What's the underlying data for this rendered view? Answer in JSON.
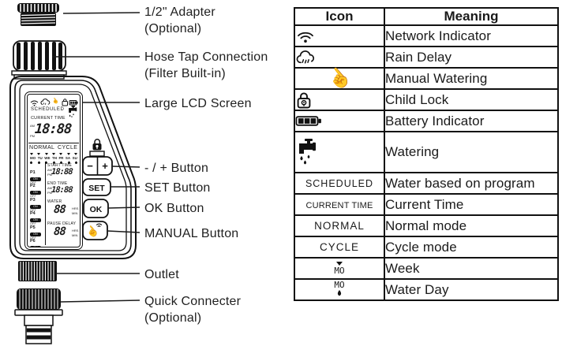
{
  "icons": {
    "hand_glyph": "☝"
  },
  "labels": {
    "adapter_1": "1/2\" Adapter",
    "adapter_2": "(Optional)",
    "hose_1": "Hose Tap Connection",
    "hose_2": "(Filter Built-in)",
    "lcd": "Large LCD Screen",
    "minus_plus": "- / + Button",
    "set": "SET Button",
    "ok": "OK Button",
    "manual": "MANUAL Button",
    "outlet": "Outlet",
    "quick_1": "Quick Connecter",
    "quick_2": "(Optional)"
  },
  "device": {
    "buttons": {
      "minus": "−",
      "plus": "+",
      "set": "SET",
      "ok": "OK"
    },
    "lcd": {
      "scheduled": "SCHEDULED",
      "current_time": "CURRENT TIME",
      "am": "AM",
      "pm": "PM",
      "time_main": "18:88",
      "normal": "NORMAL",
      "cycle": "CYCLE",
      "days": [
        "MO",
        "TU",
        "WE",
        "TH",
        "FR",
        "SA",
        "SU"
      ],
      "p1": "P1",
      "p2": "P2",
      "p3": "P3",
      "p4": "P4",
      "p5": "P5",
      "p6": "P6",
      "on": "ON",
      "off": "OFF",
      "start_time": "START TIME",
      "start_value": "18:88",
      "end_time": "END TIME",
      "end_value": "18:88",
      "water": "WATER",
      "water_value": "88",
      "pause_delay": "PAUSE DELAY",
      "pause_value": "88",
      "hrs": "HRS",
      "min": "MIN"
    }
  },
  "table": {
    "headers": {
      "icon": "Icon",
      "meaning": "Meaning"
    },
    "rows": [
      {
        "icon": "wifi",
        "meaning": "Network Indicator"
      },
      {
        "icon": "rain",
        "meaning": "Rain Delay"
      },
      {
        "icon": "hand",
        "meaning": "Manual Watering"
      },
      {
        "icon": "lock",
        "meaning": "Child Lock"
      },
      {
        "icon": "battery",
        "meaning": "Battery Indicator"
      },
      {
        "icon": "faucet",
        "meaning": "Watering"
      },
      {
        "icon_text": "SCHEDULED",
        "meaning": "Water based on program"
      },
      {
        "icon_text": "CURRENT TIME",
        "meaning": "Current Time"
      },
      {
        "icon_text": "NORMAL",
        "meaning": "Normal mode"
      },
      {
        "icon_text": "CYCLE",
        "meaning": "Cycle mode"
      },
      {
        "icon_text": "MO",
        "meaning": "Week"
      },
      {
        "icon_text": "MO",
        "meaning": "Water Day"
      }
    ]
  }
}
